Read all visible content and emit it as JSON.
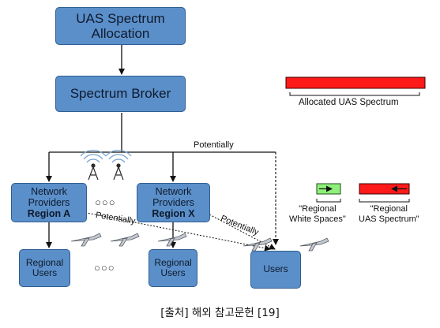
{
  "nodes": {
    "uas_alloc": [
      "UAS Spectrum",
      "Allocation"
    ],
    "broker": "Spectrum Broker",
    "np_a": [
      "Network",
      "Providers",
      "Region A"
    ],
    "np_x": [
      "Network",
      "Providers",
      "Region X"
    ],
    "reg_users_1": [
      "Regional",
      "Users"
    ],
    "reg_users_2": [
      "Regional",
      "Users"
    ],
    "users": "Users"
  },
  "edge_labels": {
    "potentially_top": "Potentially",
    "potentially_a": "Potentially",
    "potentially_x": "Potentially"
  },
  "ellipsis": "○○○",
  "legend": {
    "allocated": "Allocated UAS Spectrum",
    "white_spaces": "\"Regional\nWhite Spaces\"",
    "uas_spectrum": "\"Regional\nUAS Spectrum\""
  },
  "colors": {
    "box_fill": "#5b8fc9",
    "allocated_bar": "#ff1a1a",
    "white_space_bar": "#8ef07a"
  },
  "caption": "[출처] 해외 참고문헌 [19]"
}
